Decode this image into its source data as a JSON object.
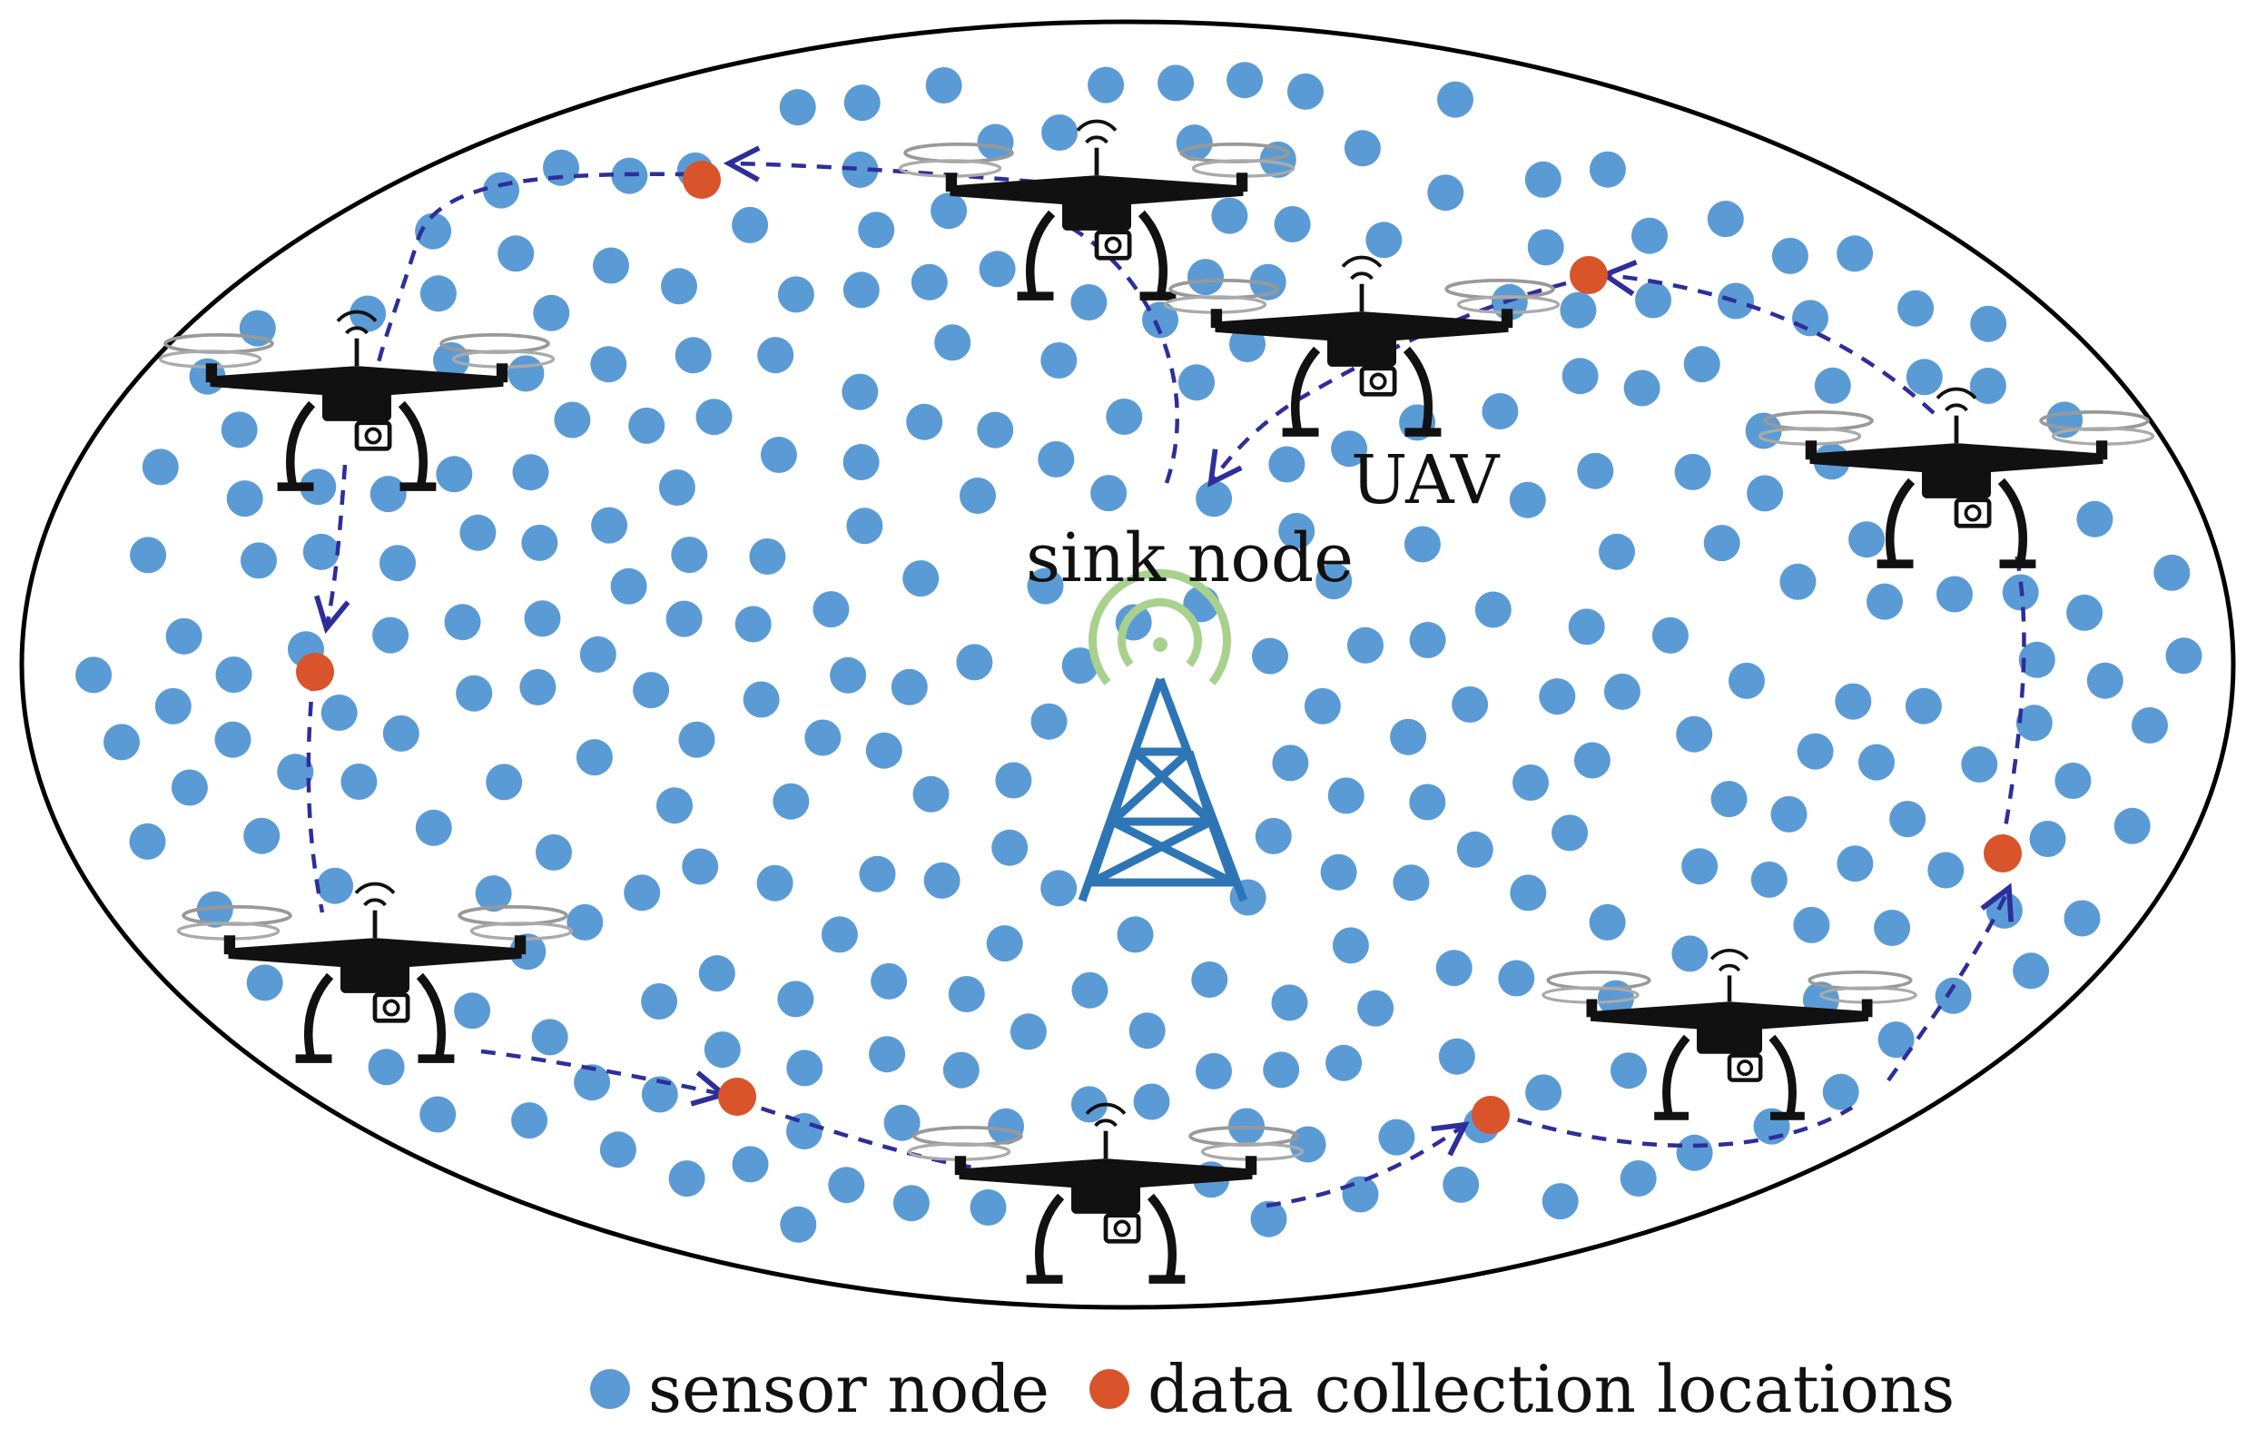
{
  "labels": {
    "sink": "sink node",
    "uav": "UAV"
  },
  "legend": {
    "sensor": "sensor node",
    "collection": "data collection locations"
  },
  "colors": {
    "sensor_node": "#5b9bd5",
    "collection_point": "#d9532b",
    "route": "#2e2e9a",
    "tower": "#2e75b6",
    "signal": "#a9d18e",
    "boundary": "#000000",
    "drone": "#111111"
  },
  "icons": {
    "drone": "quadcopter-uav-icon",
    "tower": "radio-tower-icon"
  }
}
